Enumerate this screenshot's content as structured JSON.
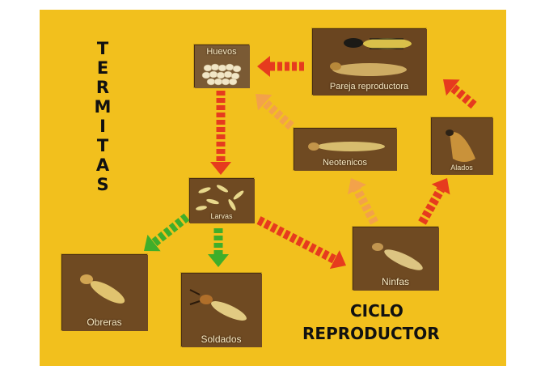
{
  "title_vertical": "TERMITAS",
  "cycle_title": {
    "line1": "CICLO",
    "line2": "REPRODUCTOR"
  },
  "nodes": {
    "huevos": "Huevos",
    "pareja": "Pareja reproductora",
    "neotenicos": "Neotenicos",
    "alados": "Alados",
    "larvas": "Larvas",
    "ninfas": "Ninfas",
    "obreras": "Obreras",
    "soldados": "Soldados"
  },
  "colors": {
    "background": "#f2c01d",
    "arrow_red": "#e63b1e",
    "arrow_green": "#3fae2a",
    "arrow_orange": "#f3a24a",
    "card": "#6f4a22"
  }
}
